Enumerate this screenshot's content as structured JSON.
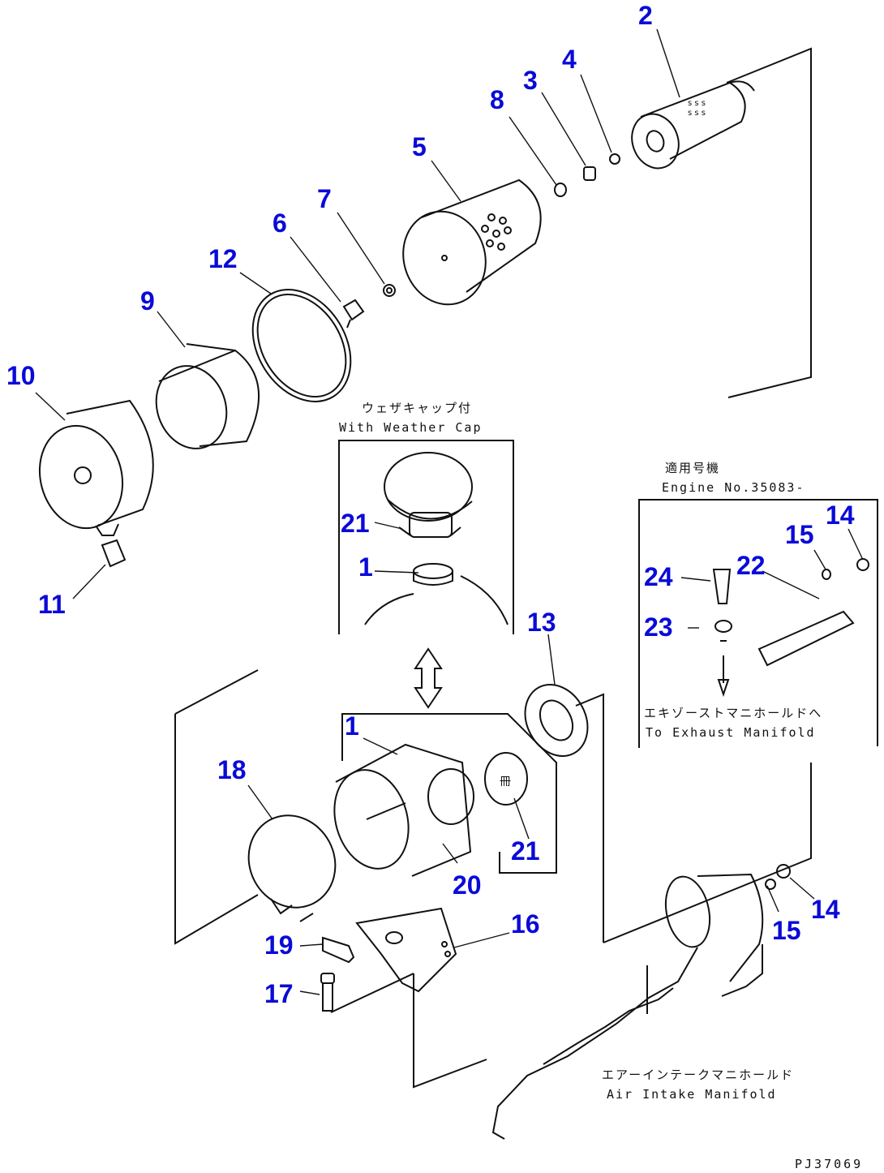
{
  "diagram": {
    "callouts": {
      "c2": "2",
      "c3": "3",
      "c4": "4",
      "c8": "8",
      "c5": "5",
      "c7": "7",
      "c6": "6",
      "c12": "12",
      "c9": "9",
      "c10": "10",
      "c11": "11",
      "c21a": "21",
      "c1a": "1",
      "c13": "13",
      "c1b": "1",
      "c18": "18",
      "c21b": "21",
      "c20": "20",
      "c16": "16",
      "c19": "19",
      "c17": "17",
      "c14a": "14",
      "c15a": "15",
      "c22": "22",
      "c24": "24",
      "c23": "23",
      "c15b": "15",
      "c14b": "14"
    },
    "notes": {
      "weather_cap_jp": "ウェザキャップ付",
      "weather_cap_en": "With Weather Cap",
      "engine_no_jp": "適用号機",
      "engine_no_en": "Engine No.35083-",
      "exhaust_jp": "エキゾーストマニホールドへ",
      "exhaust_en": "To Exhaust Manifold",
      "intake_jp": "エアーインテークマニホールド",
      "intake_en": "Air Intake Manifold"
    },
    "drawing_code": "PJ37069"
  }
}
